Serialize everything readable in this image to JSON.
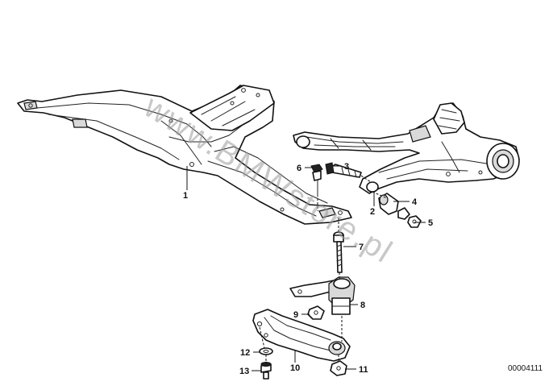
{
  "diagram": {
    "watermark": "www.BMWstore.pl",
    "document_id": "00004111",
    "callouts": [
      "1",
      "2",
      "3",
      "4",
      "5",
      "6",
      "7",
      "8",
      "9",
      "10",
      "11",
      "12",
      "13"
    ]
  }
}
